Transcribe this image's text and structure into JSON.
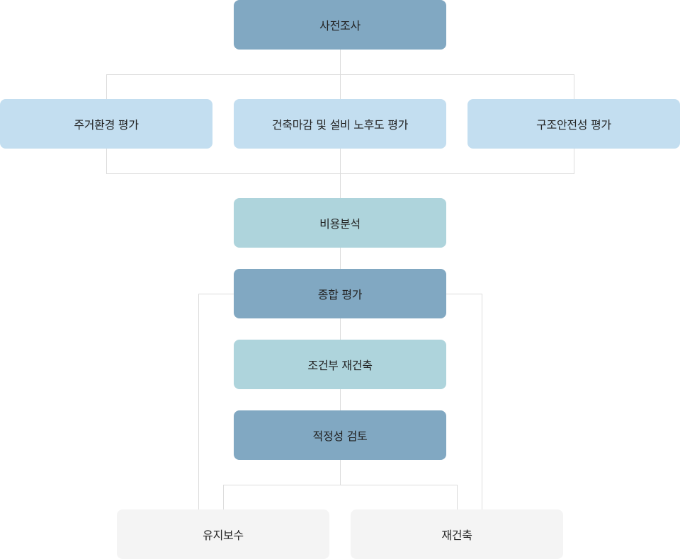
{
  "nodes": {
    "survey": "사전조사",
    "housing_env": "주거환경 평가",
    "finish_facility": "건축마감 및 설비 노후도 평가",
    "structural_safety": "구조안전성 평가",
    "cost_analysis": "비용분석",
    "overall_eval": "종합 평가",
    "conditional_rebuild": "조건부 재건축",
    "suitability_review": "적정성 검토",
    "maintenance": "유지보수",
    "rebuild": "재건축"
  },
  "colors": {
    "dark_box": "#81a8c2",
    "light_box": "#c3def0",
    "teal_box": "#aed4dc",
    "gray_box": "#f4f4f4",
    "connector": "#dcdcdc",
    "text": "#222222"
  }
}
